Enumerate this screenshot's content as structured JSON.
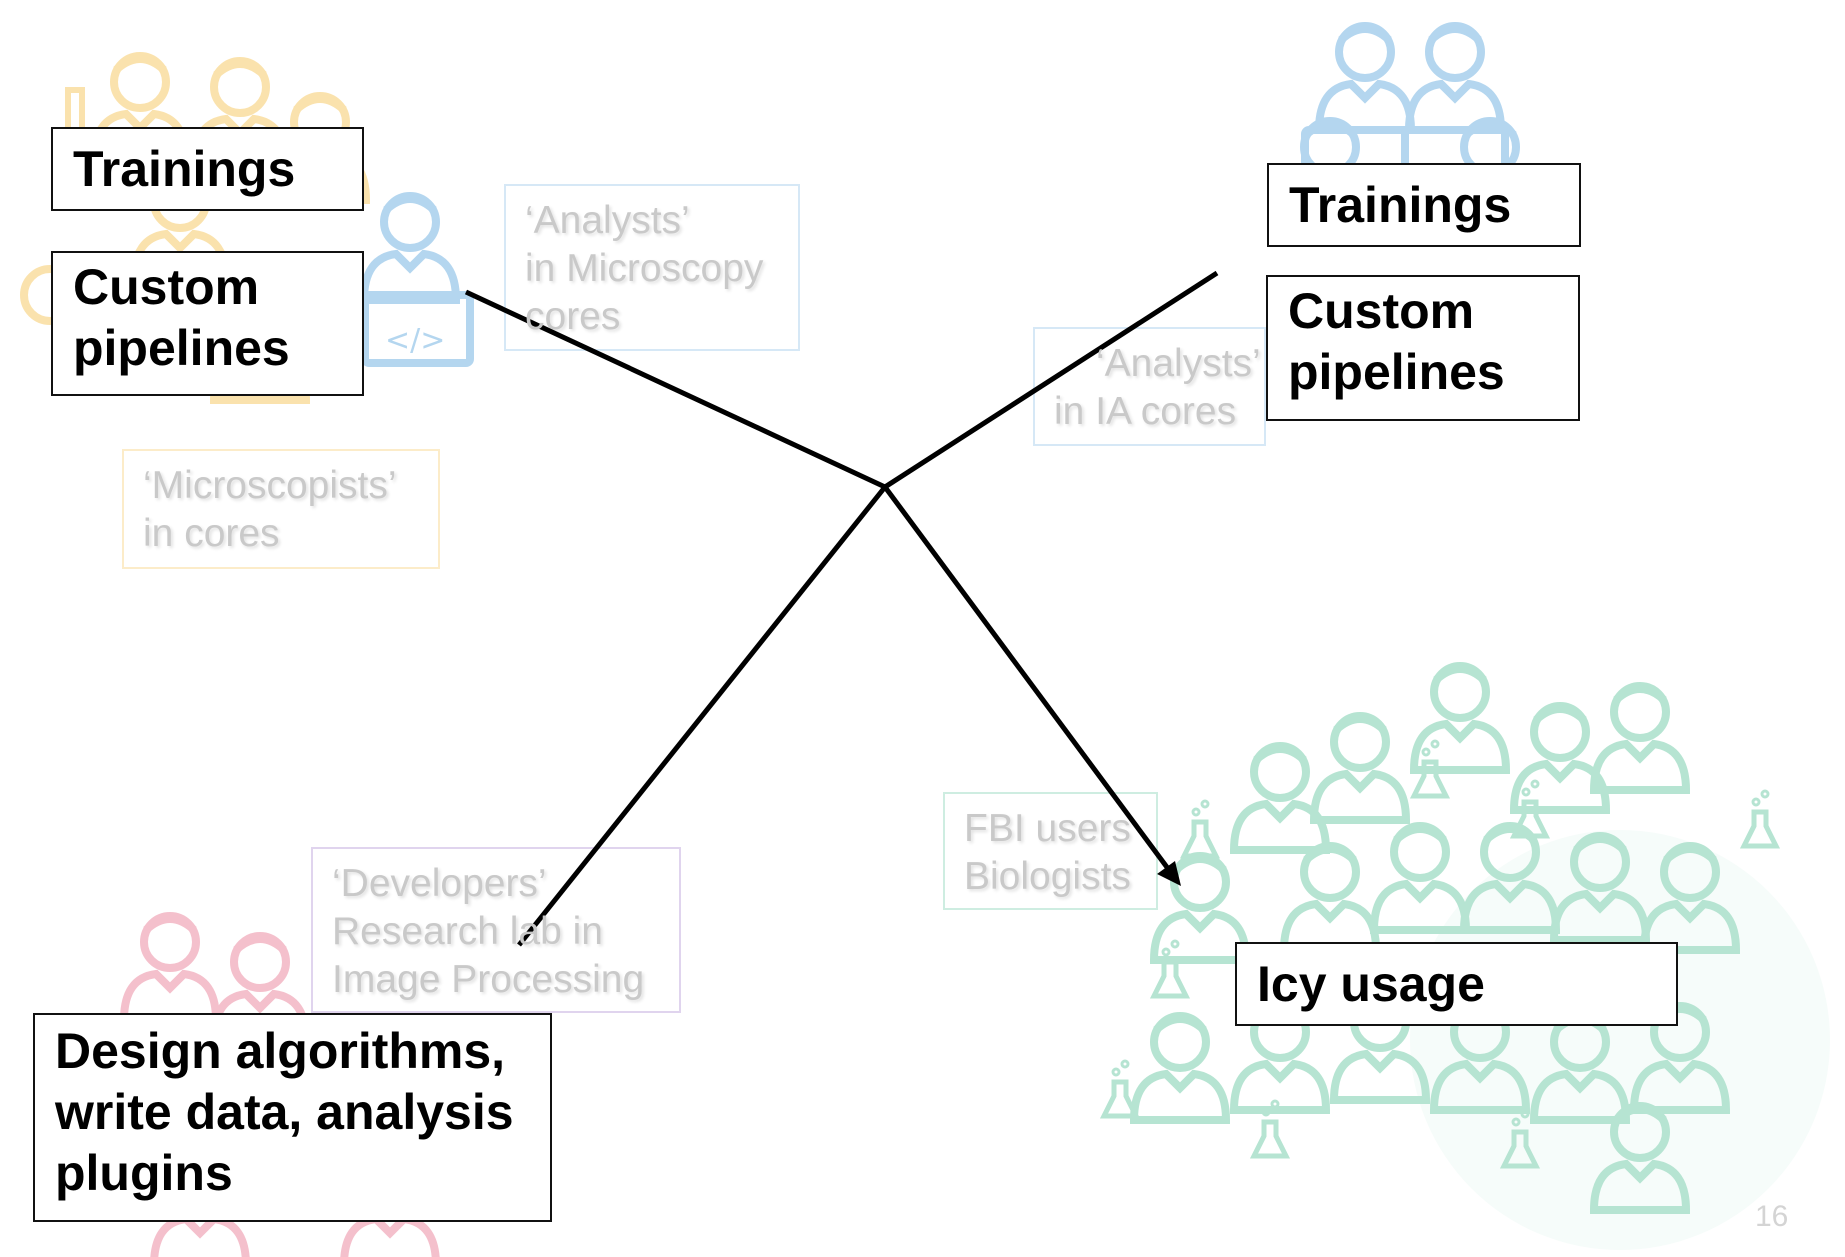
{
  "group_labels": {
    "microscopists": [
      "‘Microscopists’",
      "in cores"
    ],
    "analysts_microscopy": [
      "‘Analysts’",
      "in Microscopy",
      "cores"
    ],
    "analysts_ia": [
      "‘Analysts’",
      "in IA cores"
    ],
    "developers": [
      "‘Developers’",
      "Research lab in",
      "Image Processing"
    ],
    "fbi_users": [
      "FBI users",
      "Biologists"
    ]
  },
  "boxes": {
    "top_left_trainings": "Trainings",
    "top_left_custom": [
      "Custom",
      "pipelines"
    ],
    "top_right_trainings": "Trainings",
    "top_right_custom": [
      "Custom",
      "pipelines"
    ],
    "bottom_left_design": [
      "Design algorithms,",
      "write data, analysis",
      "plugins"
    ],
    "bottom_right_icy": "Icy usage"
  },
  "page_number": "16",
  "colors": {
    "microscopists": "#f5c14b",
    "analysts": "#5aa5dd",
    "developers": "#e8748f",
    "biologists": "#5cc29a",
    "developers_frame": "#cbb7e3",
    "connector": "#000000"
  },
  "icons": [
    "microscopist-person-icon",
    "analyst-person-icon",
    "laptop-code-icon",
    "developer-person-icon",
    "biologist-person-icon",
    "flask-icon",
    "petri-dish-icon"
  ]
}
